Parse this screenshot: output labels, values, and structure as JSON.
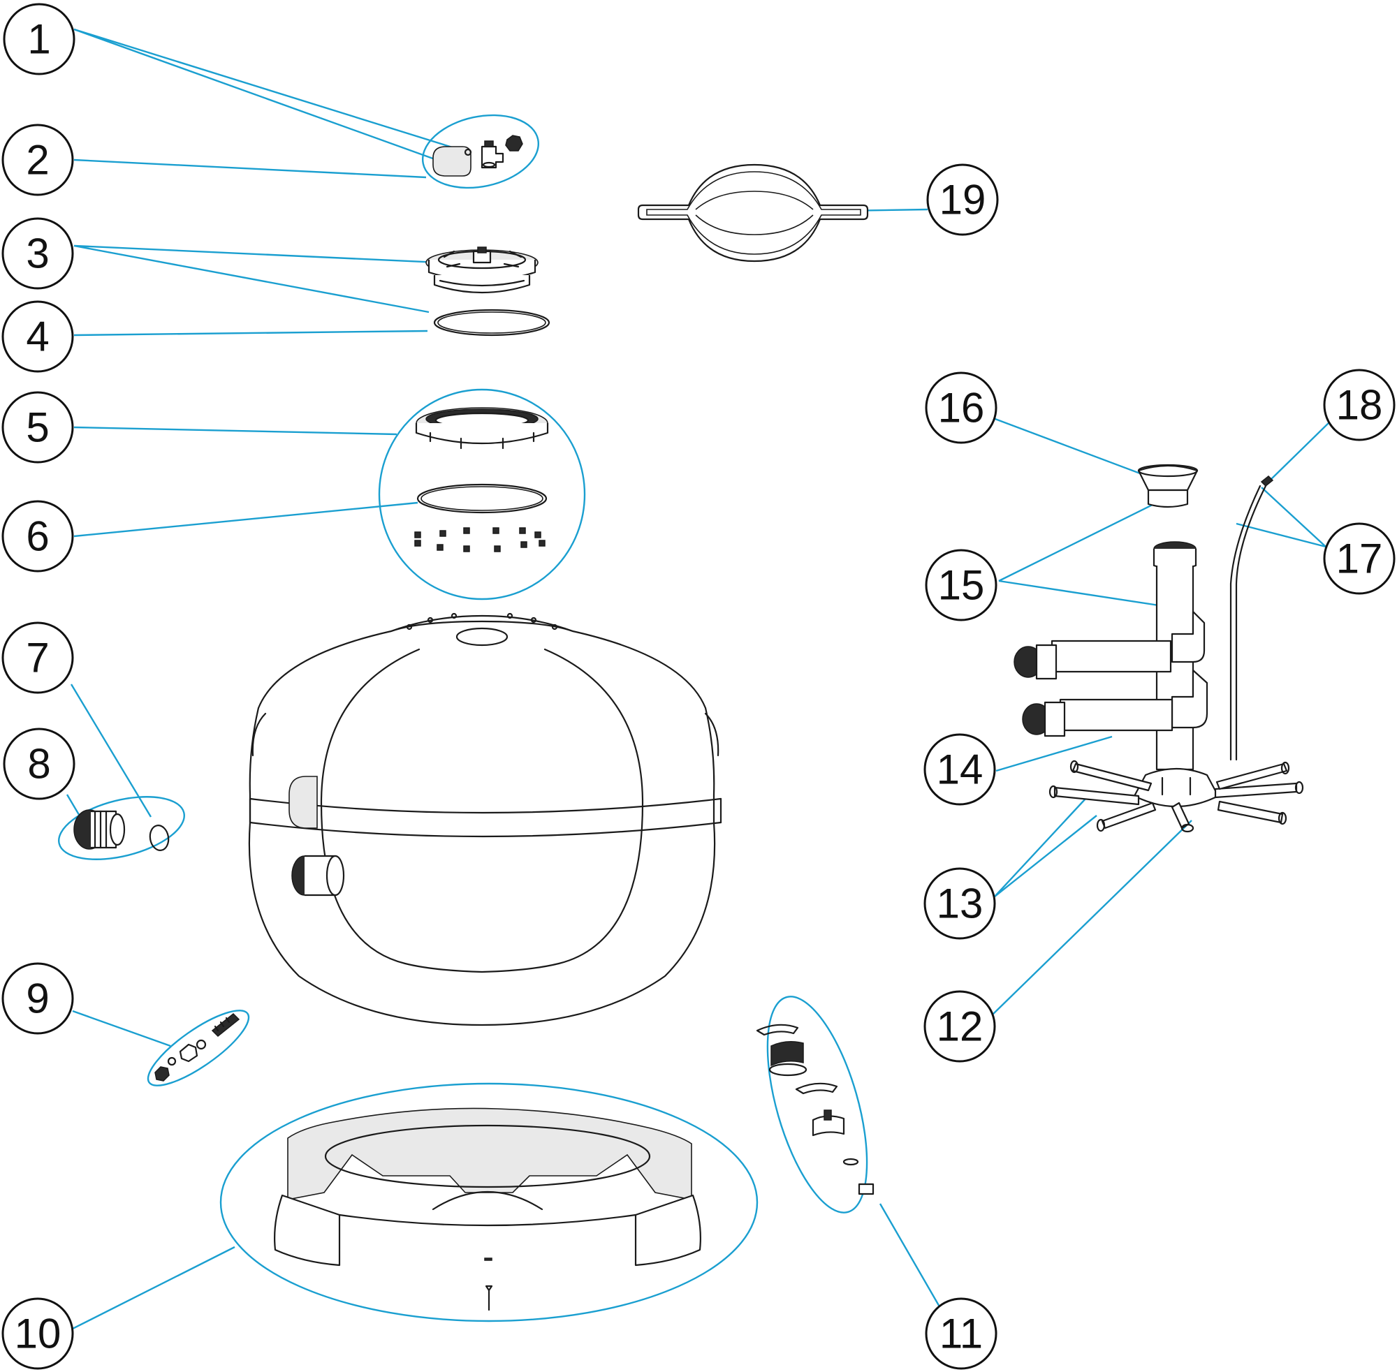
{
  "callouts": [
    {
      "id": "c1",
      "number": "1"
    },
    {
      "id": "c2",
      "number": "2"
    },
    {
      "id": "c3",
      "number": "3"
    },
    {
      "id": "c4",
      "number": "4"
    },
    {
      "id": "c5",
      "number": "5"
    },
    {
      "id": "c6",
      "number": "6"
    },
    {
      "id": "c7",
      "number": "7"
    },
    {
      "id": "c8",
      "number": "8"
    },
    {
      "id": "c9",
      "number": "9"
    },
    {
      "id": "c10",
      "number": "10"
    },
    {
      "id": "c11",
      "number": "11"
    },
    {
      "id": "c12",
      "number": "12"
    },
    {
      "id": "c13",
      "number": "13"
    },
    {
      "id": "c14",
      "number": "14"
    },
    {
      "id": "c15",
      "number": "15"
    },
    {
      "id": "c16",
      "number": "16"
    },
    {
      "id": "c17",
      "number": "17"
    },
    {
      "id": "c18",
      "number": "18"
    },
    {
      "id": "c19",
      "number": "19"
    }
  ],
  "colors": {
    "leader_line": "#1a9fd0",
    "part_outline": "#1a1a1a",
    "callout_outline": "#111111"
  }
}
